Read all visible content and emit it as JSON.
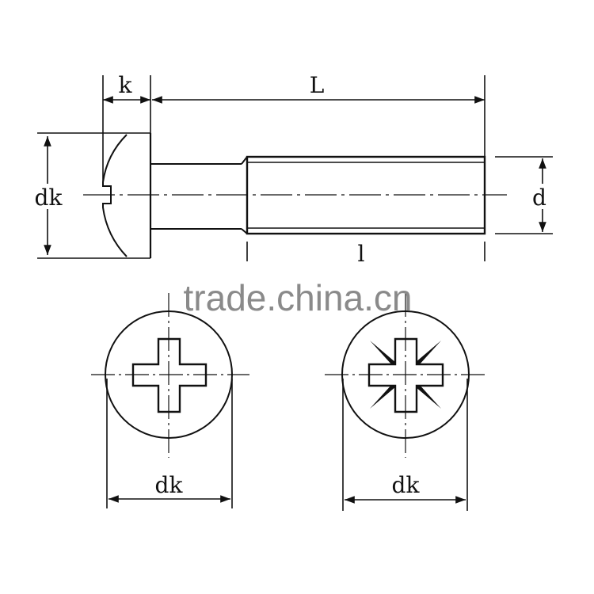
{
  "labels": {
    "head_height": "k",
    "length": "L",
    "head_diameter": "dk",
    "thread_diameter": "d",
    "thread_length": "l",
    "phillips_head_diameter": "dk",
    "pozidriv_head_diameter": "dk"
  },
  "watermark": "trade.china.cn",
  "colors": {
    "line": "#111111",
    "watermark": "#8a8a8a"
  }
}
